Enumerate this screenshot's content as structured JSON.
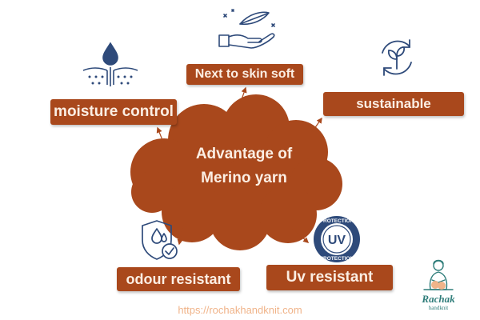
{
  "center": {
    "line1": "Advantage of",
    "line2": "Merino yarn"
  },
  "labels": {
    "next_to_skin": "Next to skin soft",
    "moisture": "moisture control",
    "sustainable": "sustainable",
    "odour": "odour resistant",
    "uv": "Uv resistant"
  },
  "uv_badge": {
    "top": "PROTECTION",
    "center": "UV",
    "bottom": "PROTECTION"
  },
  "website": "https://rochakhandknit.com",
  "logo": {
    "brand": "Rachak",
    "tagline": "handknit"
  },
  "colors": {
    "cloud": "#a9481c",
    "label_bg": "#a9481c",
    "label_text": "#fbeee3",
    "icon": "#2e4a7a",
    "url": "#f0b48a",
    "logo": "#2f7d7a"
  },
  "icons": [
    "water-drop-skin-icon",
    "hand-feather-icon",
    "recycle-leaf-icon",
    "shield-drop-check-icon",
    "uv-protection-badge-icon",
    "knitter-logo-icon"
  ]
}
